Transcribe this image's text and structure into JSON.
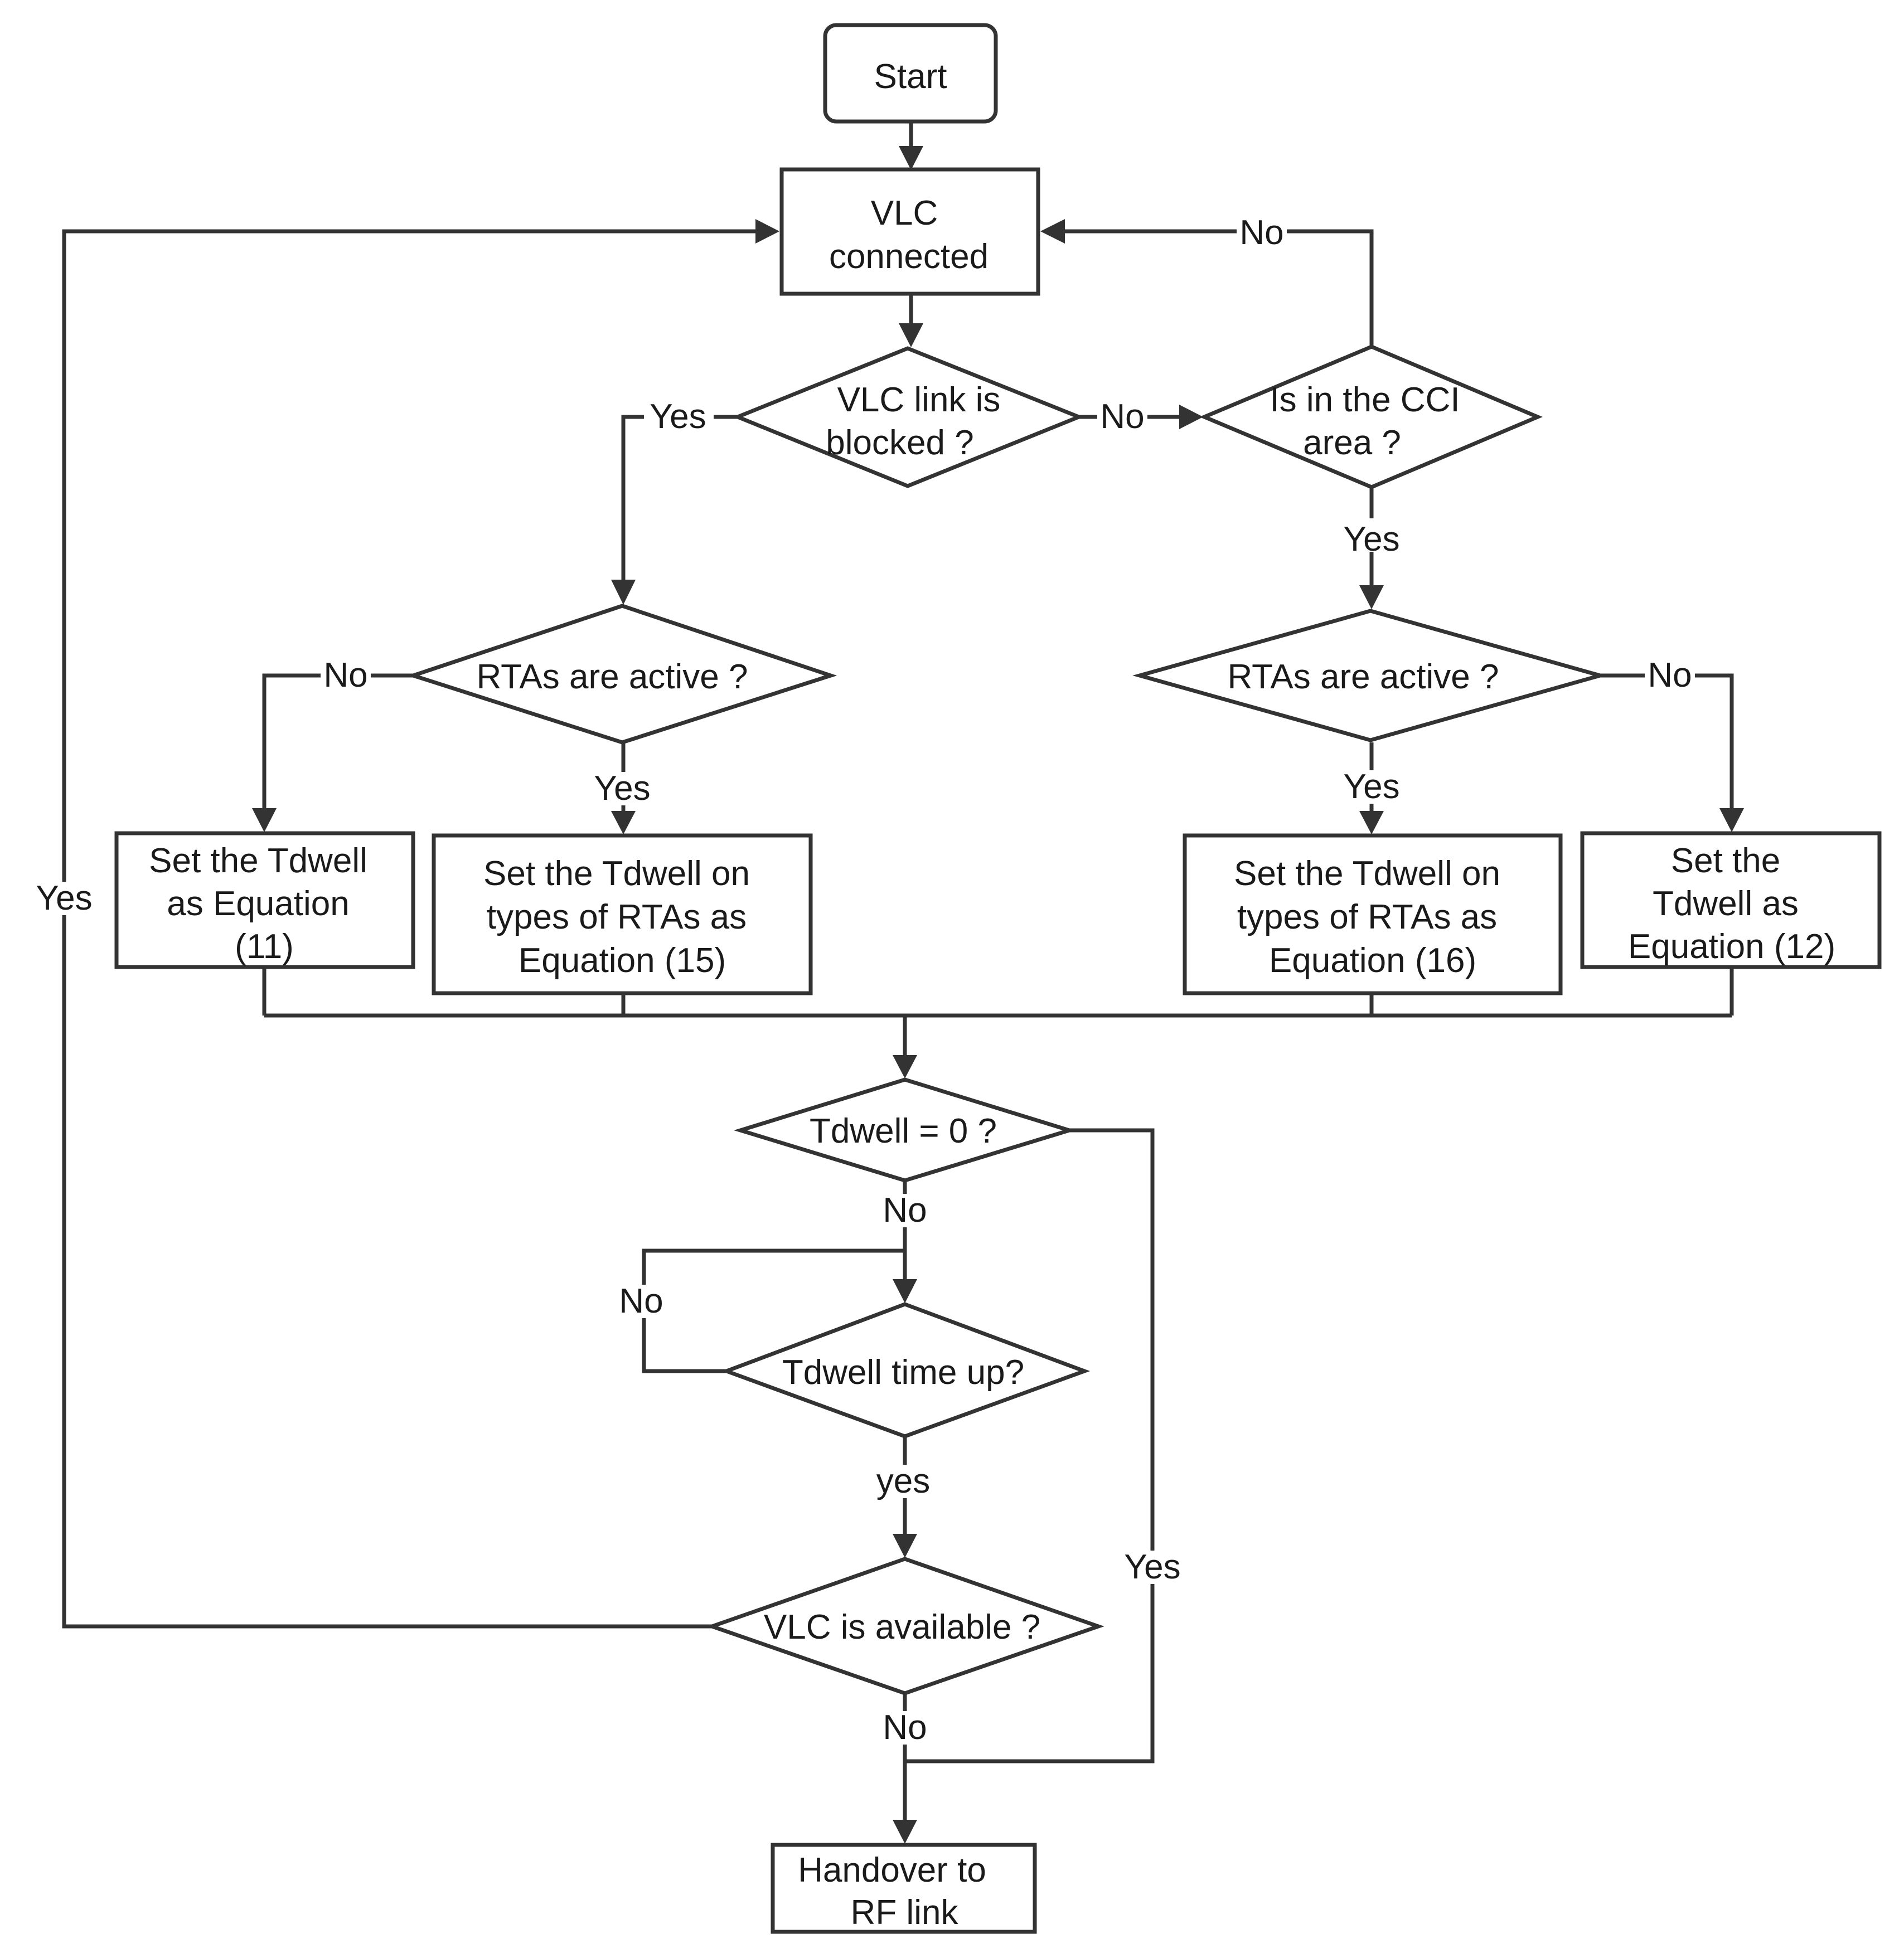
{
  "nodes": {
    "start": "Start",
    "vlc_connected": [
      "VLC",
      "connected"
    ],
    "vlc_blocked": [
      "VLC link is",
      "blocked ?"
    ],
    "cci_area": [
      "Is in the CCI",
      "area ?"
    ],
    "rta_left": "RTAs are active ?",
    "rta_right": "RTAs are active ?",
    "eq11": [
      "Set the Tdwell",
      "as Equation",
      "(11)"
    ],
    "eq15": [
      "Set the Tdwell on",
      "types of RTAs as",
      "Equation (15)"
    ],
    "eq16": [
      "Set the Tdwell on",
      "types of RTAs as",
      "Equation (16)"
    ],
    "eq12": [
      "Set the",
      "Tdwell as",
      "Equation (12)"
    ],
    "tdwell_zero": "Tdwell = 0 ?",
    "tdwell_timeup": "Tdwell time up?",
    "vlc_available": "VLC is available ?",
    "handover": [
      "Handover to",
      "RF link"
    ]
  },
  "edge_labels": {
    "cci_no": "No",
    "blocked_yes": "Yes",
    "blocked_no": "No",
    "cci_yes": "Yes",
    "rta_left_no": "No",
    "rta_left_yes": "Yes",
    "rta_right_yes": "Yes",
    "rta_right_no": "No",
    "loop_yes": "Yes",
    "zero_no": "No",
    "timeup_no": "No",
    "timeup_yes": "yes",
    "zero_yes": "Yes",
    "available_no": "No"
  }
}
